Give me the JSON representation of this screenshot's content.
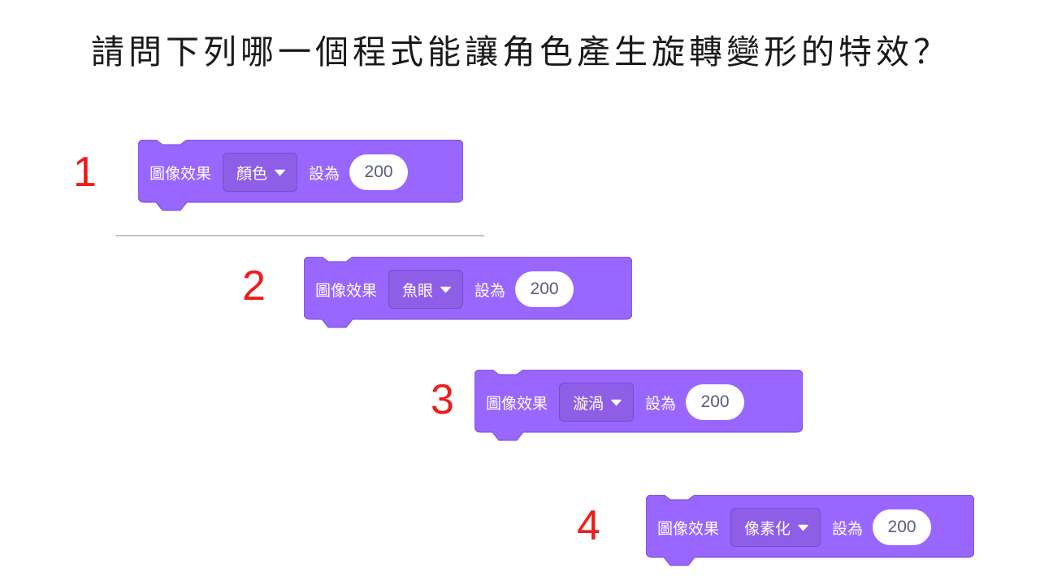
{
  "question": "請問下列哪一個程式能讓角色產生旋轉變形的特效？",
  "block_color": "#9966ff",
  "block_border_color": "#774dcb",
  "number_color": "#ee1c1c",
  "options": [
    {
      "number": "1",
      "label": "圖像效果",
      "effect": "顏色",
      "set_label": "設為",
      "value": "200"
    },
    {
      "number": "2",
      "label": "圖像效果",
      "effect": "魚眼",
      "set_label": "設為",
      "value": "200"
    },
    {
      "number": "3",
      "label": "圖像效果",
      "effect": "漩渦",
      "set_label": "設為",
      "value": "200"
    },
    {
      "number": "4",
      "label": "圖像效果",
      "effect": "像素化",
      "set_label": "設為",
      "value": "200"
    }
  ]
}
